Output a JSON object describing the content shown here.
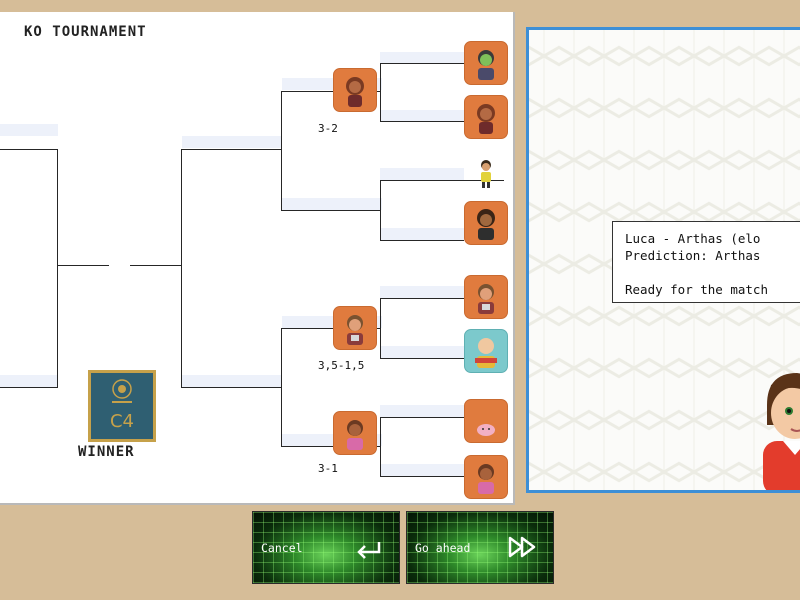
{
  "bracket": {
    "title": "KO TOURNAMENT",
    "trophy_label": "C4",
    "winner_label": "WINNER",
    "scores": {
      "upper_quarter": "3-2",
      "lower_semi": "3,5-1,5",
      "lower_quarter": "3-1"
    }
  },
  "info": {
    "match_line": "Luca - Arthas (elo",
    "prediction_line": "Prediction: Arthas",
    "ready_line": "Ready for the match"
  },
  "actions": {
    "cancel_label": "Cancel",
    "go_ahead_label": "Go ahead"
  },
  "colors": {
    "panel_border": "#3d8fd6",
    "avatar_orange": "#e07b3e",
    "avatar_teal": "#7cc9cc",
    "button_green": "#2e8a2a",
    "background": "#d6bd98"
  },
  "icons": {
    "cancel": "return-arrow-icon",
    "go_ahead": "fast-forward-icon"
  }
}
